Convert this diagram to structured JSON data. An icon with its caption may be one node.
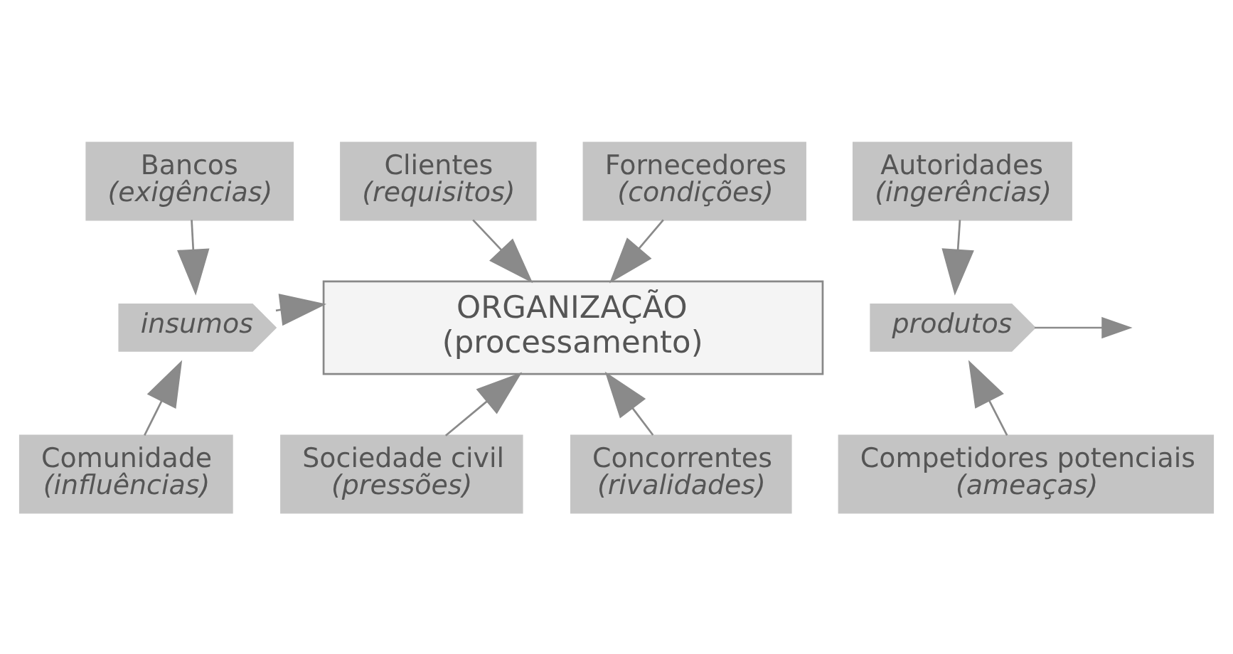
{
  "diagram": {
    "nodes": [
      {
        "text": [
          "Bancos",
          "(exigências)"
        ]
      },
      {
        "text": [
          "Clientes",
          "(requisitos)"
        ]
      },
      {
        "text": [
          "Fornecedores",
          "(condições)"
        ]
      },
      {
        "text": [
          "Autoridades",
          "(ingerências)"
        ]
      },
      {
        "text": [
          "insumos"
        ]
      },
      {
        "text": [
          "ORGANIZAÇÃO",
          "(processamento)"
        ]
      },
      {
        "text": [
          "produtos"
        ]
      },
      {
        "text": [
          "Comunidade",
          "(influências)"
        ]
      },
      {
        "text": [
          "Sociedade civil",
          "(pressões)"
        ]
      },
      {
        "text": [
          "Concorrentes",
          "(rivalidades)"
        ]
      },
      {
        "text": [
          "Competidores potenciais",
          "(ameaças)"
        ]
      }
    ],
    "edges": [
      {
        "from": 0,
        "to": 4,
        "arrow": "to"
      },
      {
        "from": 1,
        "to": 5,
        "arrow": "to"
      },
      {
        "from": 2,
        "to": 5,
        "arrow": "to"
      },
      {
        "from": 3,
        "to": 6,
        "arrow": "to"
      },
      {
        "from": 4,
        "to": 5,
        "arrow": "to"
      },
      {
        "from": 6,
        "to": null,
        "arrow": "to"
      },
      {
        "from": 7,
        "to": 4,
        "arrow": "to"
      },
      {
        "from": 8,
        "to": 5,
        "arrow": "to"
      },
      {
        "from": 9,
        "to": 5,
        "arrow": "to"
      },
      {
        "from": 10,
        "to": 6,
        "arrow": "to"
      }
    ]
  }
}
